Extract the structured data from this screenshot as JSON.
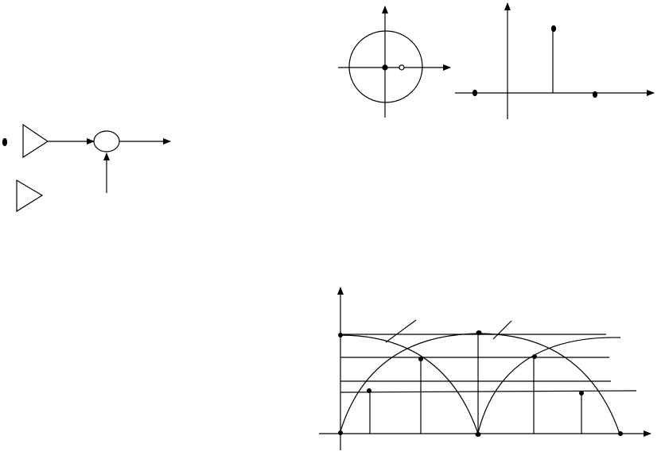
{
  "colors": {
    "background": "#ffffff",
    "stroke": "#000000",
    "fill": "#000000"
  },
  "figures": {
    "block_diagram": {
      "components": [
        "input-dot",
        "triangle-block",
        "summing-circle",
        "side-input-arrow",
        "output-arrow",
        "lone-triangle"
      ]
    },
    "pole_zero_plot": {
      "markers": [
        "pole-dot",
        "zero-open-circle"
      ],
      "has_unit_circle": true
    },
    "stem_plot": {
      "stems": 3
    },
    "frequency_curves": {
      "curves": 4,
      "horizontal_levels": 3,
      "marked_points": 10
    }
  }
}
